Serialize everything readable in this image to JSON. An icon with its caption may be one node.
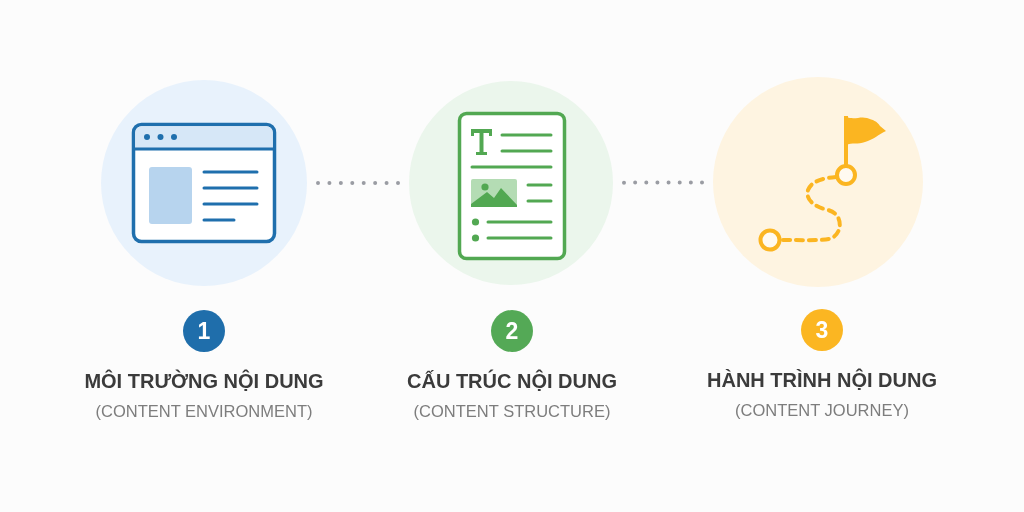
{
  "diagram": {
    "nodes": [
      {
        "text": [],
        "shape": "circle"
      },
      {
        "text": [],
        "shape": "circle"
      },
      {
        "text": [],
        "shape": "circle"
      },
      {
        "text": [
          "1"
        ],
        "beside": [
          "MÔI TRƯỜNG NỘI DUNG",
          "(CONTENT ENVIRONMENT)"
        ]
      },
      {
        "text": [
          "2"
        ],
        "beside": [
          "CẤU TRÚC NỘI DUNG",
          "(CONTENT STRUCTURE)"
        ]
      },
      {
        "text": [
          "3"
        ],
        "beside": [
          "HÀNH TRÌNH NỘI DUNG",
          "(CONTENT JOURNEY)"
        ]
      }
    ],
    "edges": [
      {
        "from": 0,
        "to": 1,
        "arrow": "none",
        "style": "dashed"
      },
      {
        "from": 1,
        "to": 2,
        "arrow": "none",
        "style": "dashed"
      }
    ]
  }
}
